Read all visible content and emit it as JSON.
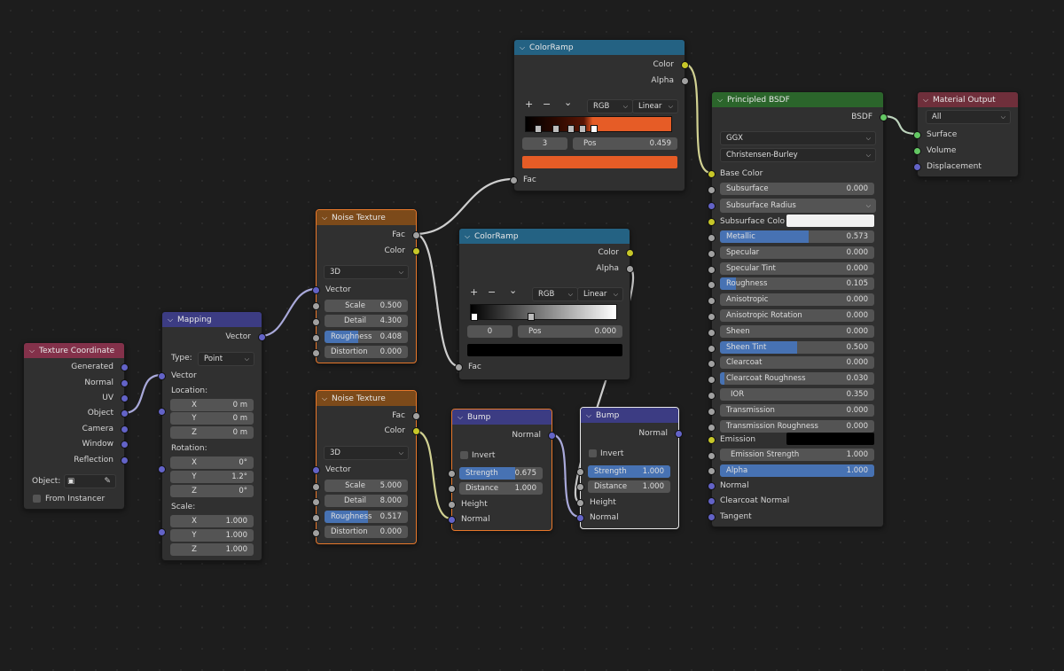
{
  "colors": {
    "ramp1_color": "#e65c26",
    "ramp2_color": "#000000",
    "subsurface_color": "#f2f2f2",
    "emission_color": "#000000"
  },
  "nodes": {
    "texcoord": {
      "title": "Texture Coordinate",
      "outputs": [
        "Generated",
        "Normal",
        "UV",
        "Object",
        "Camera",
        "Window",
        "Reflection"
      ],
      "object_label": "Object:",
      "from_instancer": "From Instancer"
    },
    "mapping": {
      "title": "Mapping",
      "output": "Vector",
      "type_label": "Type:",
      "type_value": "Point",
      "vector_in": "Vector",
      "location_label": "Location:",
      "location": [
        {
          "l": "X",
          "v": "0 m"
        },
        {
          "l": "Y",
          "v": "0 m"
        },
        {
          "l": "Z",
          "v": "0 m"
        }
      ],
      "rotation_label": "Rotation:",
      "rotation": [
        {
          "l": "X",
          "v": "0°"
        },
        {
          "l": "Y",
          "v": "1.2°"
        },
        {
          "l": "Z",
          "v": "0°"
        }
      ],
      "scale_label": "Scale:",
      "scale": [
        {
          "l": "X",
          "v": "1.000"
        },
        {
          "l": "Y",
          "v": "1.000"
        },
        {
          "l": "Z",
          "v": "1.000"
        }
      ]
    },
    "noise1": {
      "title": "Noise Texture",
      "out_fac": "Fac",
      "out_color": "Color",
      "dim": "3D",
      "vector_in": "Vector",
      "params": [
        {
          "l": "Scale",
          "v": "0.500",
          "fill": 0
        },
        {
          "l": "Detail",
          "v": "4.300",
          "fill": 0
        },
        {
          "l": "Roughness",
          "v": "0.408",
          "fill": 0.408
        },
        {
          "l": "Distortion",
          "v": "0.000",
          "fill": 0
        }
      ]
    },
    "noise2": {
      "title": "Noise Texture",
      "out_fac": "Fac",
      "out_color": "Color",
      "dim": "3D",
      "vector_in": "Vector",
      "params": [
        {
          "l": "Scale",
          "v": "5.000",
          "fill": 0
        },
        {
          "l": "Detail",
          "v": "8.000",
          "fill": 0
        },
        {
          "l": "Roughness",
          "v": "0.517",
          "fill": 0.517
        },
        {
          "l": "Distortion",
          "v": "0.000",
          "fill": 0
        }
      ]
    },
    "ramp1": {
      "title": "ColorRamp",
      "out_color": "Color",
      "out_alpha": "Alpha",
      "tool_add": "+",
      "tool_remove": "−",
      "tool_more": "⌄",
      "mode": "RGB",
      "interp": "Linear",
      "index": "3",
      "pos_label": "Pos",
      "pos_value": "0.459",
      "fac_in": "Fac"
    },
    "ramp2": {
      "title": "ColorRamp",
      "out_color": "Color",
      "out_alpha": "Alpha",
      "tool_add": "+",
      "tool_remove": "−",
      "tool_more": "⌄",
      "mode": "RGB",
      "interp": "Linear",
      "index": "0",
      "pos_label": "Pos",
      "pos_value": "0.000",
      "fac_in": "Fac"
    },
    "bump1": {
      "title": "Bump",
      "out_normal": "Normal",
      "invert": "Invert",
      "strength_l": "Strength",
      "strength_v": "0.675",
      "strength_fill": 0.675,
      "distance_l": "Distance",
      "distance_v": "1.000",
      "height_in": "Height",
      "normal_in": "Normal"
    },
    "bump2": {
      "title": "Bump",
      "out_normal": "Normal",
      "invert": "Invert",
      "strength_l": "Strength",
      "strength_v": "1.000",
      "strength_fill": 1.0,
      "distance_l": "Distance",
      "distance_v": "1.000",
      "height_in": "Height",
      "normal_in": "Normal"
    },
    "bsdf": {
      "title": "Principled BSDF",
      "out_bsdf": "BSDF",
      "distribution": "GGX",
      "sss_method": "Christensen-Burley",
      "base_color": "Base Color",
      "subsurface": {
        "l": "Subsurface",
        "v": "0.000"
      },
      "subsurface_radius": "Subsurface Radius",
      "subsurface_color": "Subsurface Colo",
      "params": [
        {
          "l": "Metallic",
          "v": "0.573",
          "fill": 0.573
        },
        {
          "l": "Specular",
          "v": "0.000",
          "fill": 0
        },
        {
          "l": "Specular Tint",
          "v": "0.000",
          "fill": 0
        },
        {
          "l": "Roughness",
          "v": "0.105",
          "fill": 0.105
        },
        {
          "l": "Anisotropic",
          "v": "0.000",
          "fill": 0
        },
        {
          "l": "Anisotropic Rotation",
          "v": "0.000",
          "fill": 0
        },
        {
          "l": "Sheen",
          "v": "0.000",
          "fill": 0
        },
        {
          "l": "Sheen Tint",
          "v": "0.500",
          "fill": 0.5
        },
        {
          "l": "Clearcoat",
          "v": "0.000",
          "fill": 0
        },
        {
          "l": "Clearcoat Roughness",
          "v": "0.030",
          "fill": 0.03
        },
        {
          "l": "IOR",
          "v": "0.350",
          "fill": 0
        },
        {
          "l": "Transmission",
          "v": "0.000",
          "fill": 0
        },
        {
          "l": "Transmission Roughness",
          "v": "0.000",
          "fill": 0
        }
      ],
      "emission": "Emission",
      "emission_strength": {
        "l": "Emission Strength",
        "v": "1.000"
      },
      "alpha": {
        "l": "Alpha",
        "v": "1.000",
        "fill": 1.0
      },
      "normal": "Normal",
      "clearcoat_normal": "Clearcoat Normal",
      "tangent": "Tangent"
    },
    "output": {
      "title": "Material Output",
      "target": "All",
      "surface": "Surface",
      "volume": "Volume",
      "displacement": "Displacement"
    }
  }
}
